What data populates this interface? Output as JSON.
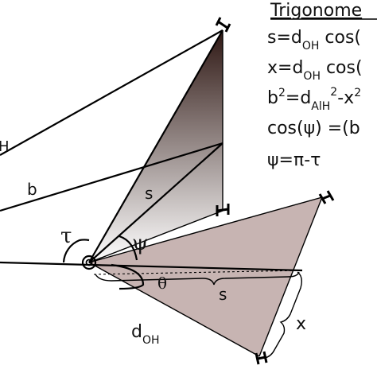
{
  "colors": {
    "shade_dark": "#2e1713",
    "shade_light": "#ffffff",
    "cone": "#c7b4b2",
    "line": "#000000"
  },
  "formulas": {
    "title": "Trigonome",
    "line1": "s=d",
    "line1_sub": "OH",
    "line1_rest": " cos(",
    "line2": "x=d",
    "line2_sub": "OH",
    "line2_rest": " cos(",
    "line3_b": "b",
    "line3_sup": "2",
    "line3_mid": "=d",
    "line3_sub": "AlH",
    "line3_sup2": "2",
    "line3_rest": "-x",
    "line3_sup3": "2",
    "line4": "cos(ψ) =(b",
    "line5": "ψ=π-τ"
  },
  "labels": {
    "b": "b",
    "s_upper": "s",
    "s_lower": "s",
    "x": "x",
    "tau": "τ",
    "psi": "ψ",
    "theta": "θ",
    "d": "d",
    "d_sub": "OH",
    "h_edge": "H"
  },
  "icons": {
    "hydrogen_markers": "h-atom-icon",
    "oxygen_center": "oxygen-atom-icon"
  }
}
